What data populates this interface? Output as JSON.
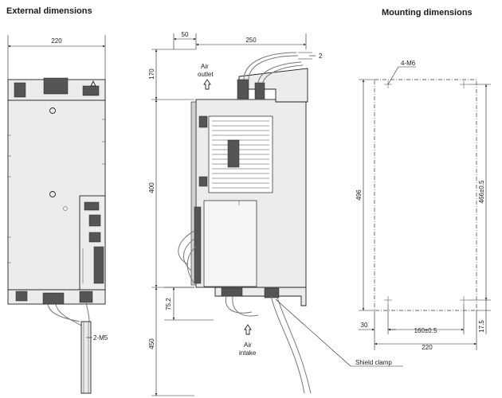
{
  "titles": {
    "external": "External dimensions",
    "mounting": "Mounting dimensions"
  },
  "front_view": {
    "width_dim": "220",
    "screw_label": "2-M5"
  },
  "side_view": {
    "offset_dim": "50",
    "depth_dim": "250",
    "gap_dim": "2",
    "top_clearance_dim": "170",
    "height_dim": "400",
    "step_dim": "75.2",
    "bottom_clearance_dim": "450",
    "air_outlet_line1": "Air",
    "air_outlet_line2": "outlet",
    "air_intake_line1": "Air",
    "air_intake_line2": "intake",
    "shield_clamp_label": "Shield clamp"
  },
  "mounting_view": {
    "screw_label": "4-M6",
    "outer_height_dim": "496",
    "hole_pitch_dim": "466±0.5",
    "left_offset_dim": "30",
    "hole_width_dim": "160±0.5",
    "bottom_offset_dim": "17.5",
    "overall_width_dim": "220"
  },
  "colors": {
    "line": "#222222",
    "body_fill": "#ececec",
    "background": "#ffffff"
  }
}
